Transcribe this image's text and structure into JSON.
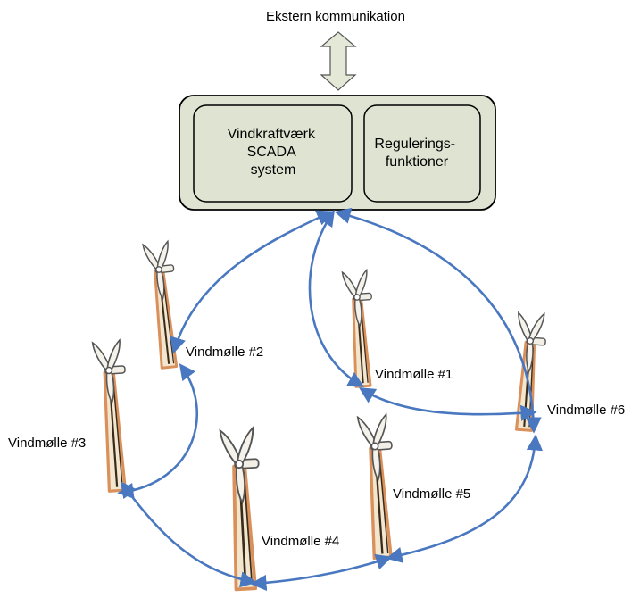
{
  "external": {
    "label": "Ekstern kommunikation"
  },
  "controller": {
    "scada_lines": [
      "Vindkraftværk",
      "SCADA",
      "system"
    ],
    "regulation_lines": [
      "Regulerings-",
      "funktioner"
    ]
  },
  "turbines": [
    {
      "label": "Vindmølle #1"
    },
    {
      "label": "Vindmølle #2"
    },
    {
      "label": "Vindmølle #3"
    },
    {
      "label": "Vindmølle #4"
    },
    {
      "label": "Vindmølle #5"
    },
    {
      "label": "Vindmølle #6"
    }
  ],
  "colors": {
    "box_fill": "#dfe4d2",
    "outline": "#000000",
    "link": "#4a78c0",
    "arrow_fill": "#e4e8d6",
    "tower_edge": "#d9905a",
    "tower_face": "#f3e6cf",
    "rotor_edge": "#555555"
  }
}
